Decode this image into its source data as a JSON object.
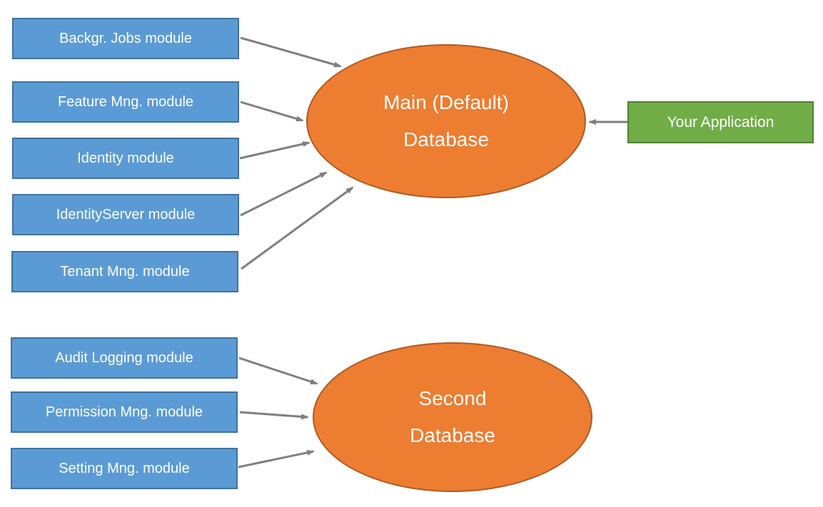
{
  "diagram": {
    "top_group": {
      "modules": [
        {
          "label": "Backgr. Jobs module"
        },
        {
          "label": "Feature Mng. module"
        },
        {
          "label": "Identity module"
        },
        {
          "label": "IdentityServer module"
        },
        {
          "label": "Tenant Mng. module"
        }
      ],
      "database": {
        "line1": "Main (Default)",
        "line2": "Database"
      },
      "application": {
        "label": "Your Application"
      }
    },
    "bottom_group": {
      "modules": [
        {
          "label": "Audit Logging module"
        },
        {
          "label": "Permission Mng. module"
        },
        {
          "label": "Setting Mng. module"
        }
      ],
      "database": {
        "line1": "Second",
        "line2": "Database"
      }
    },
    "colors": {
      "module_fill": "#5B9BD5",
      "module_border": "#41719C",
      "database_fill": "#ED7D31",
      "database_border": "#AE5A21",
      "application_fill": "#70AD47",
      "application_border": "#507E32",
      "arrow": "#7F7F7F",
      "text": "#FFFFFF"
    }
  }
}
